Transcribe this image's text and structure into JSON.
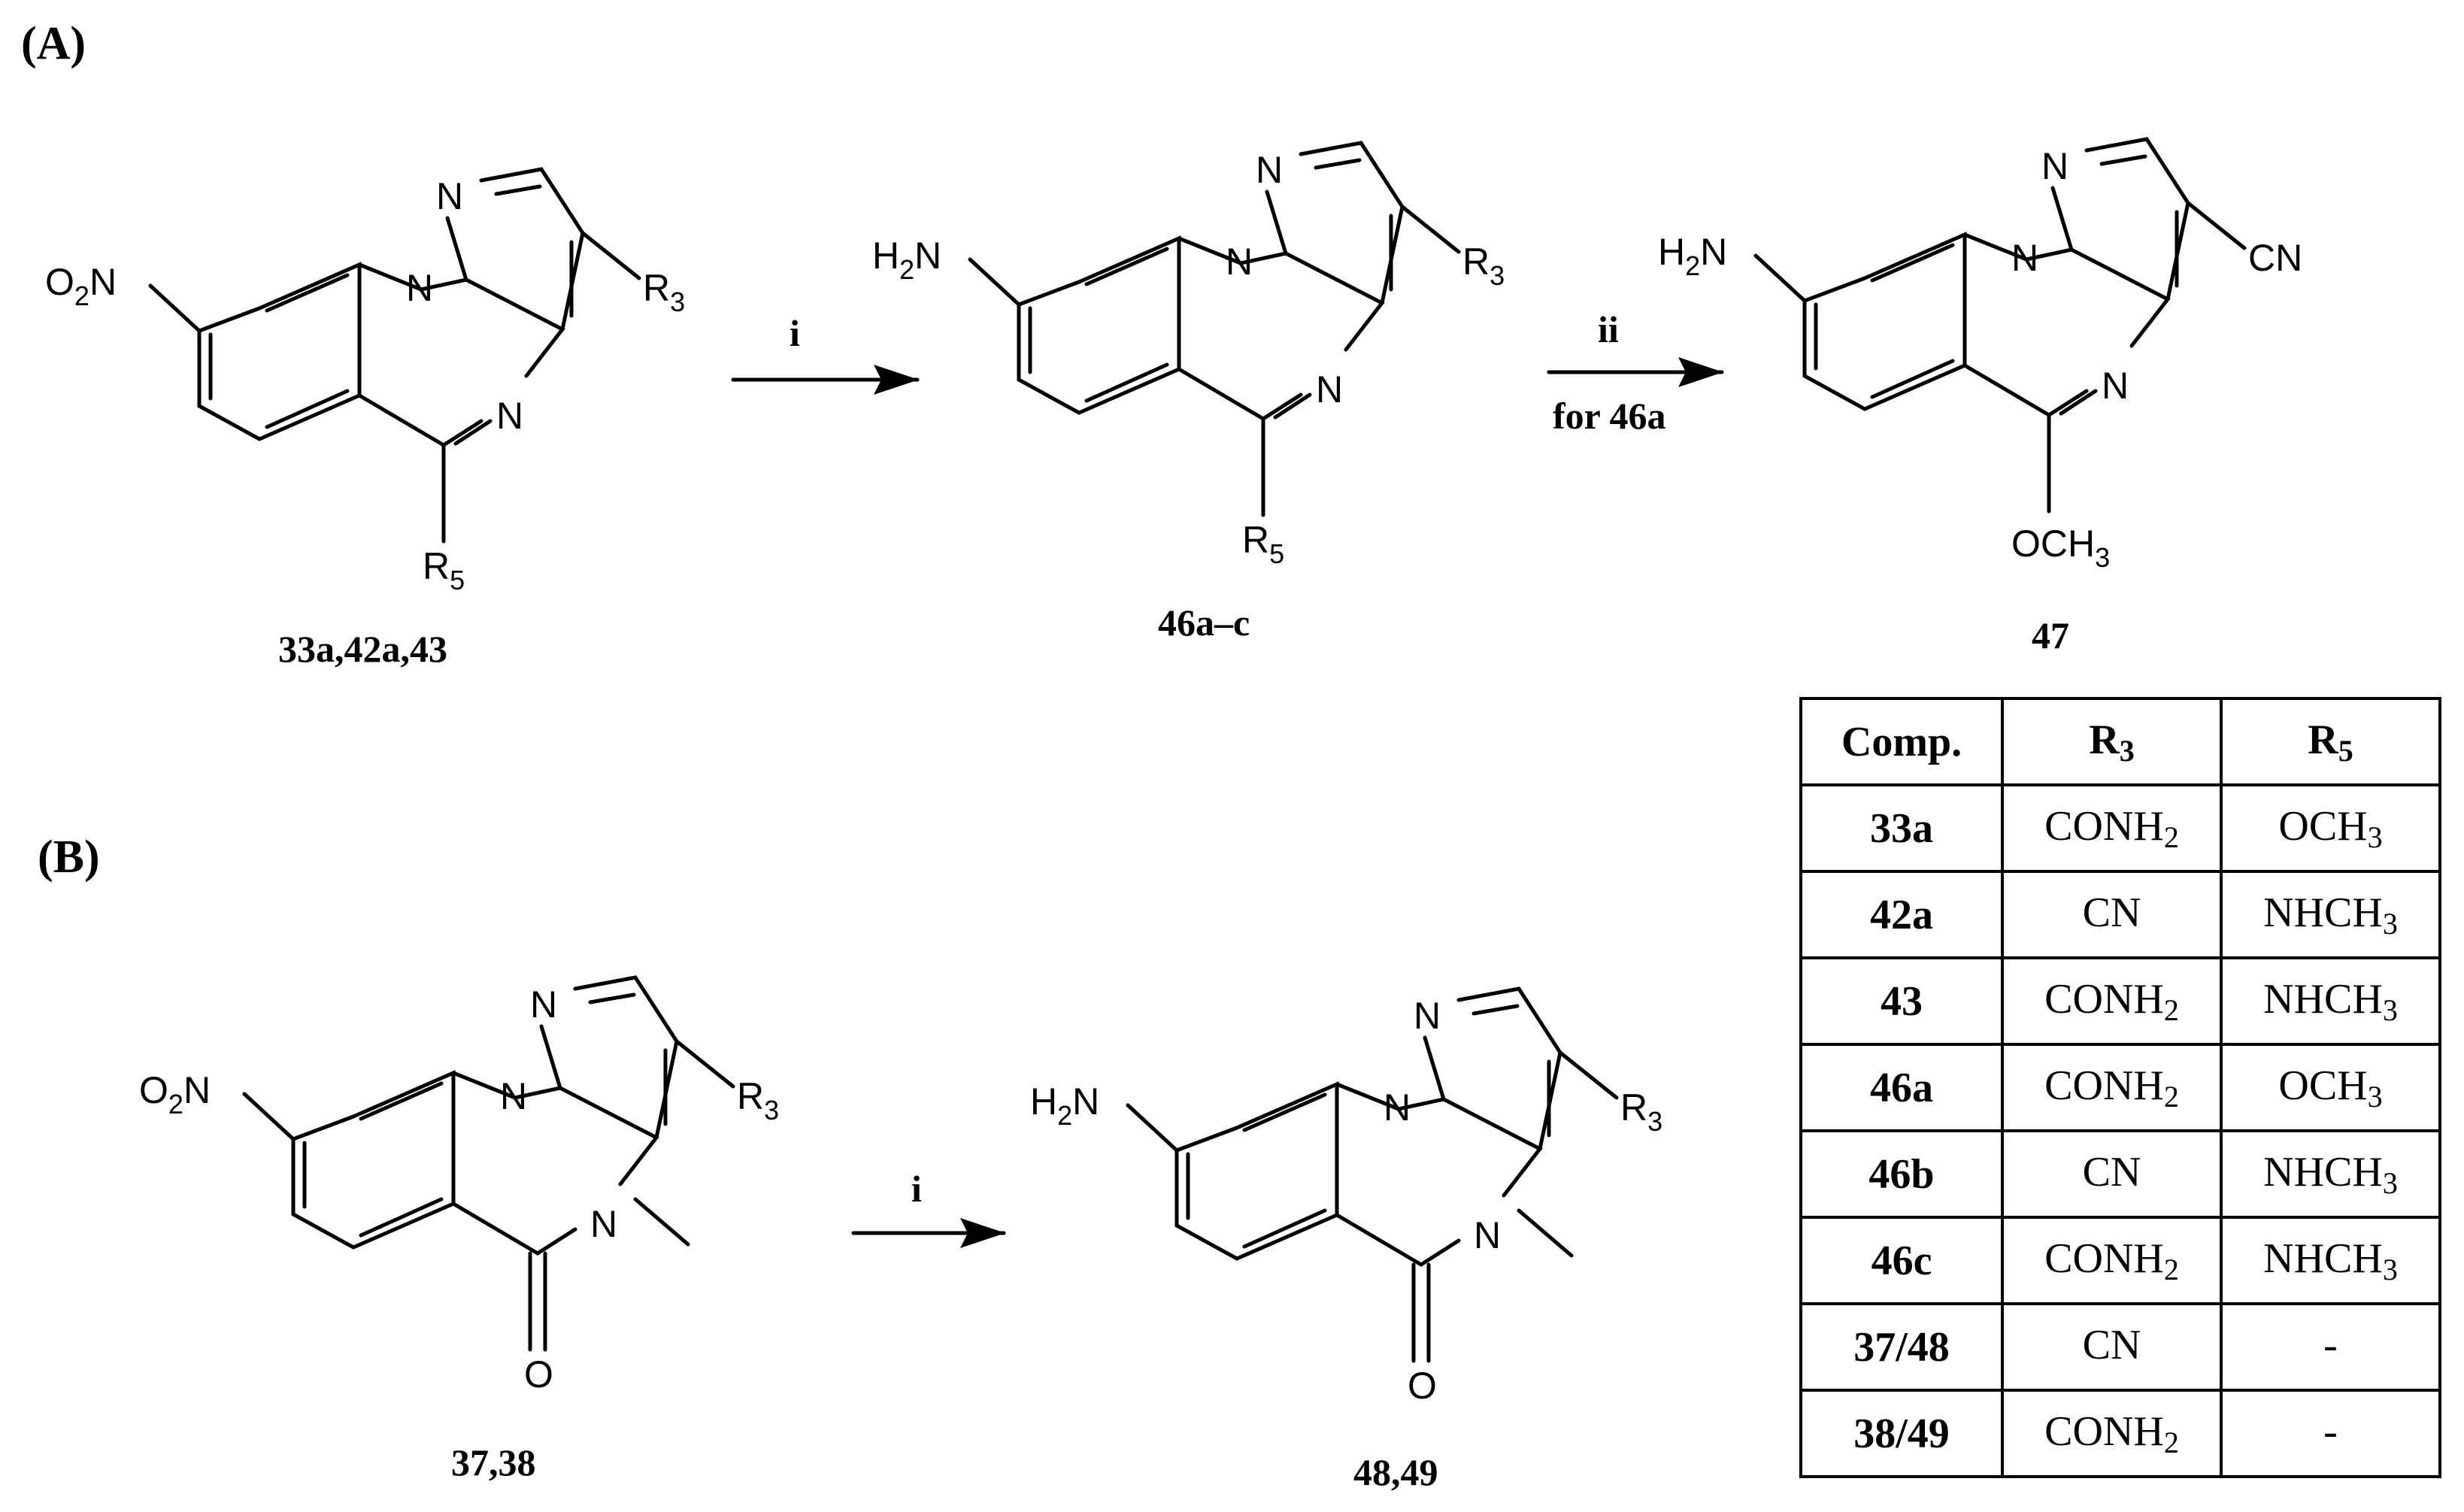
{
  "panels": {
    "a": "(A)",
    "b": "(B)"
  },
  "atoms": {
    "n": "N",
    "o": "O",
    "h2n": "H",
    "h2n_sub": "2",
    "h2n_n": "N",
    "o2n": "O",
    "o2n_sub": "2",
    "o2n_n": "N",
    "r": "R",
    "r3_sub": "3",
    "r5_sub": "5",
    "cn": "CN",
    "och": "OCH",
    "ch3_sub": "3"
  },
  "compounds": {
    "start_a": "33a,42a,43",
    "mid_a": "46a–c",
    "product_a": "47",
    "start_b": "37,38",
    "product_b": "48,49"
  },
  "arrows": {
    "step_i": "i",
    "step_ii": "ii",
    "step_ii_note": "for 46a"
  },
  "table": {
    "headers": {
      "comp": "Comp.",
      "r3": "R",
      "r3_sub": "3",
      "r5": "R",
      "r5_sub": "5"
    },
    "rows": [
      {
        "comp": "33a",
        "r3": "CONH",
        "r3_sub": "2",
        "r5": "OCH",
        "r5_sub": "3"
      },
      {
        "comp": "42a",
        "r3": "CN",
        "r3_sub": "",
        "r5": "NHCH",
        "r5_sub": "3"
      },
      {
        "comp": "43",
        "r3": "CONH",
        "r3_sub": "2",
        "r5": "NHCH",
        "r5_sub": "3"
      },
      {
        "comp": "46a",
        "r3": "CONH",
        "r3_sub": "2",
        "r5": "OCH",
        "r5_sub": "3"
      },
      {
        "comp": "46b",
        "r3": "CN",
        "r3_sub": "",
        "r5": "NHCH",
        "r5_sub": "3"
      },
      {
        "comp": "46c",
        "r3": "CONH",
        "r3_sub": "2",
        "r5": "NHCH",
        "r5_sub": "3"
      },
      {
        "comp": "37/48",
        "r3": "CN",
        "r3_sub": "",
        "r5": "-",
        "r5_sub": ""
      },
      {
        "comp": "38/49",
        "r3": "CONH",
        "r3_sub": "2",
        "r5": "-",
        "r5_sub": ""
      }
    ]
  }
}
